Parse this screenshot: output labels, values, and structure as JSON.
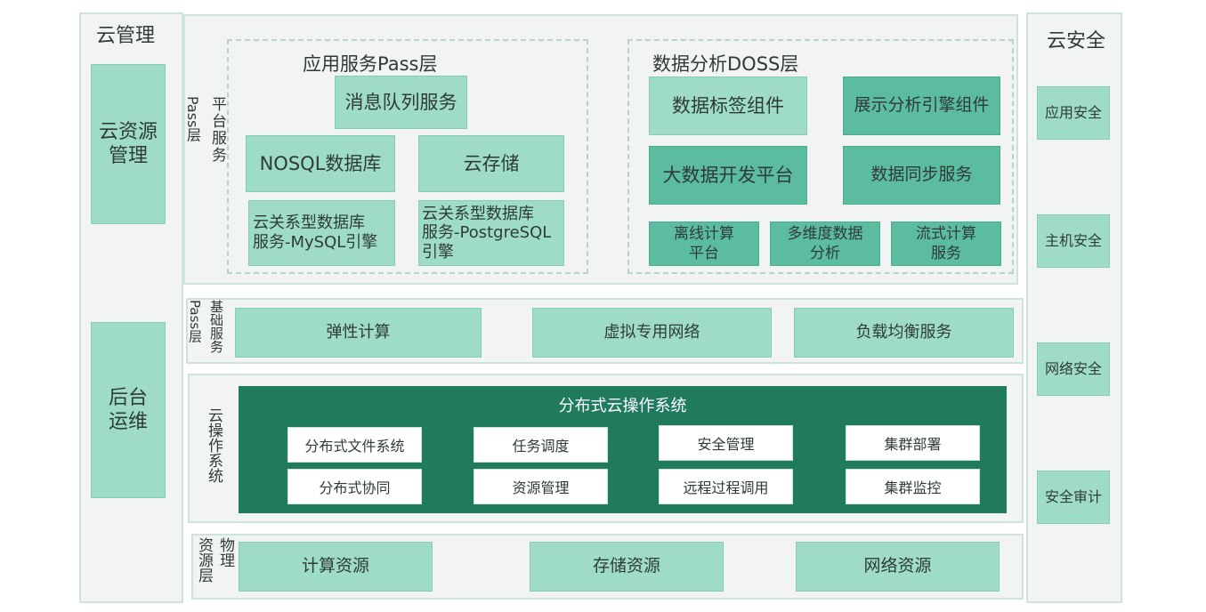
{
  "left": {
    "title": "云管理",
    "resource_mgmt": "云资源\n管理",
    "backend_ops": "后台\n运维"
  },
  "right": {
    "title": "云安全",
    "items": [
      "应用安全",
      "主机安全",
      "网络安全",
      "安全审计"
    ]
  },
  "platform": {
    "side_label_a": "Pass层",
    "side_label_b": "平台服务",
    "app_layer": {
      "title": "应用服务Pass层",
      "items": [
        "消息队列服务",
        "NOSQL数据库",
        "云存储",
        "云关系型数据库\n服务-MySQL引擎",
        "云关系型数据库\n服务-PostgreSQL\n引擎"
      ]
    },
    "data_layer": {
      "title": "数据分析DOSS层",
      "items": [
        "数据标签组件",
        "展示分析引擎组件",
        "大数据开发平台",
        "数据同步服务",
        "离线计算\n平台",
        "多维度数据\n分析",
        "流式计算\n服务"
      ]
    }
  },
  "basic": {
    "side_label_a": "Pass层",
    "side_label_b": "基础服务",
    "items": [
      "弹性计算",
      "虚拟专用网络",
      "负载均衡服务"
    ]
  },
  "os": {
    "side_label": "云操作系统",
    "title": "分布式云操作系统",
    "items": [
      "分布式文件系统",
      "任务调度",
      "安全管理",
      "集群部署",
      "分布式协同",
      "资源管理",
      "远程过程调用",
      "集群监控"
    ]
  },
  "physical": {
    "side_label_a": "资源层",
    "side_label_b": "物理",
    "items": [
      "计算资源",
      "存储资源",
      "网络资源"
    ]
  },
  "colors": {
    "light_green": "#9fdcc8",
    "mid_green": "#5cbc9f",
    "dark_green": "#1f7a5e",
    "panel_bg": "#f2f4f4",
    "border": "#cfe3dd"
  }
}
